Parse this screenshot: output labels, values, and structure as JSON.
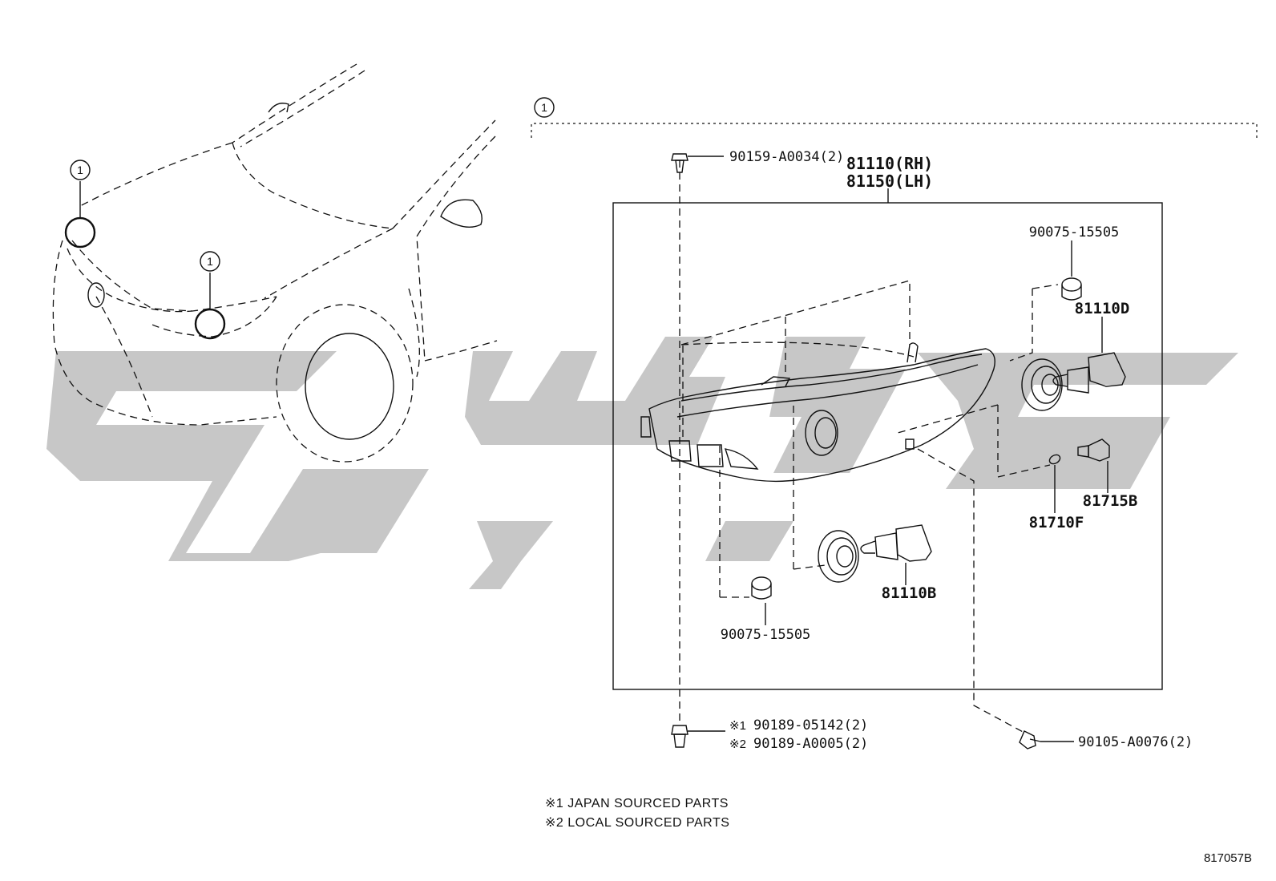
{
  "assembly_callout": "1",
  "callouts_vehicle": [
    "1",
    "1"
  ],
  "parts": {
    "screw_top": "90159-A0034(2)",
    "headlamp_rh": "81110(RH)",
    "headlamp_lh": "81150(LH)",
    "socket_cover_top": "90075-15505",
    "bulb_high": "81110D",
    "bulb_side": "81715B",
    "bulb_small": "81710F",
    "bulb_low": "81110B",
    "socket_cover_bottom": "90075-15505",
    "clip_japan_mark": "※1",
    "clip_japan": "90189-05142(2)",
    "clip_local_mark": "※2",
    "clip_local": "90189-A0005(2)",
    "bolt": "90105-A0076(2)"
  },
  "notes": {
    "japan": "※1 JAPAN SOURCED PARTS",
    "local": "※2 LOCAL SOURCED PARTS"
  },
  "diagram_ref": "817057B"
}
